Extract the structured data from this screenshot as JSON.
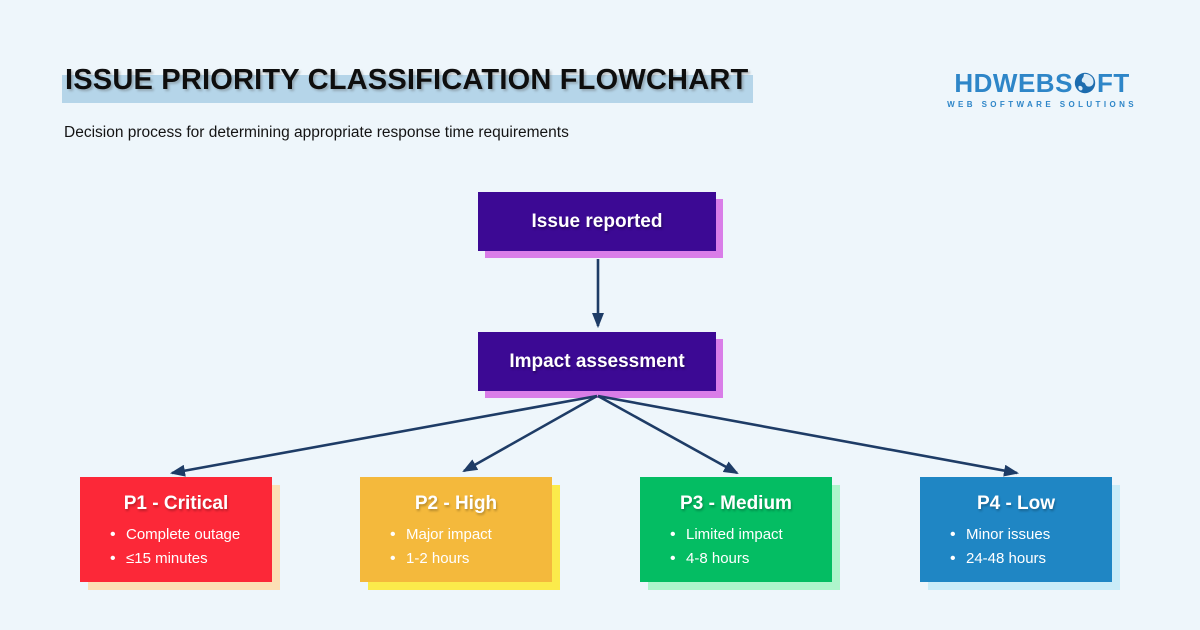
{
  "page": {
    "background": "#eef6fb"
  },
  "header": {
    "title": "ISSUE PRIORITY CLASSIFICATION FLOWCHART",
    "highlight_color": "#b5d5e9",
    "subtitle": "Decision process for determining appropriate response time requirements"
  },
  "logo": {
    "wordmark_left": "HDWEBS",
    "wordmark_right": "FT",
    "tagline": "WEB SOFTWARE SOLUTIONS",
    "brand_color": "#2e86c8"
  },
  "flowchart": {
    "arrow_color": "#1e3c66",
    "nodes": [
      {
        "label": "Issue reported",
        "bg": "#3c0994",
        "shadow": "#d97de8"
      },
      {
        "label": "Impact assessment",
        "bg": "#3c0994",
        "shadow": "#d97de8"
      }
    ],
    "priorities": [
      {
        "label": "P1 - Critical",
        "bullets": [
          "Complete outage",
          "≤15 minutes"
        ],
        "bg": "#fc2838",
        "shadow": "#fcdfb5"
      },
      {
        "label": "P2 - High",
        "bullets": [
          "Major impact",
          "1-2 hours"
        ],
        "bg": "#f4b93c",
        "shadow": "#fbeb4b"
      },
      {
        "label": "P3 - Medium",
        "bullets": [
          "Limited impact",
          "4-8 hours"
        ],
        "bg": "#04bd63",
        "shadow": "#aef5cc"
      },
      {
        "label": "P4 - Low",
        "bullets": [
          "Minor issues",
          "24-48 hours"
        ],
        "bg": "#1f86c4",
        "shadow": "#c9ecf8"
      }
    ]
  }
}
